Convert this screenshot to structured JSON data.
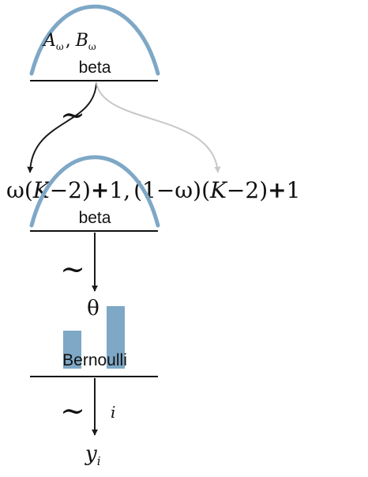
{
  "colors": {
    "curve": "#7ea8c6",
    "bar": "#7ea8c6",
    "line": "#111111",
    "arrow_dark": "#1a1a1a",
    "arrow_light": "#c8c8c8"
  },
  "top_node": {
    "params": {
      "a_sym": "A",
      "a_sub": "ω",
      "comma": ",",
      "b_sym": "B",
      "b_sub": "ω"
    },
    "label": "beta"
  },
  "tilde1": "~",
  "mid_expression": {
    "omega": "ω",
    "open1": "(",
    "K1": "K",
    "minus1": "−2)",
    "plus1": "+",
    "one1": "1",
    "comma": ",",
    "paren_group": "(1−ω)(",
    "K2": "K",
    "minus2": "−2)",
    "plus2": "+",
    "one2": "1"
  },
  "mid_node": {
    "label": "beta"
  },
  "tilde2": "~",
  "theta": "θ",
  "bern_node": {
    "label": "Bernoulli"
  },
  "tilde3": "~",
  "index_i": "i",
  "output": {
    "y": "y",
    "sub": "i"
  }
}
